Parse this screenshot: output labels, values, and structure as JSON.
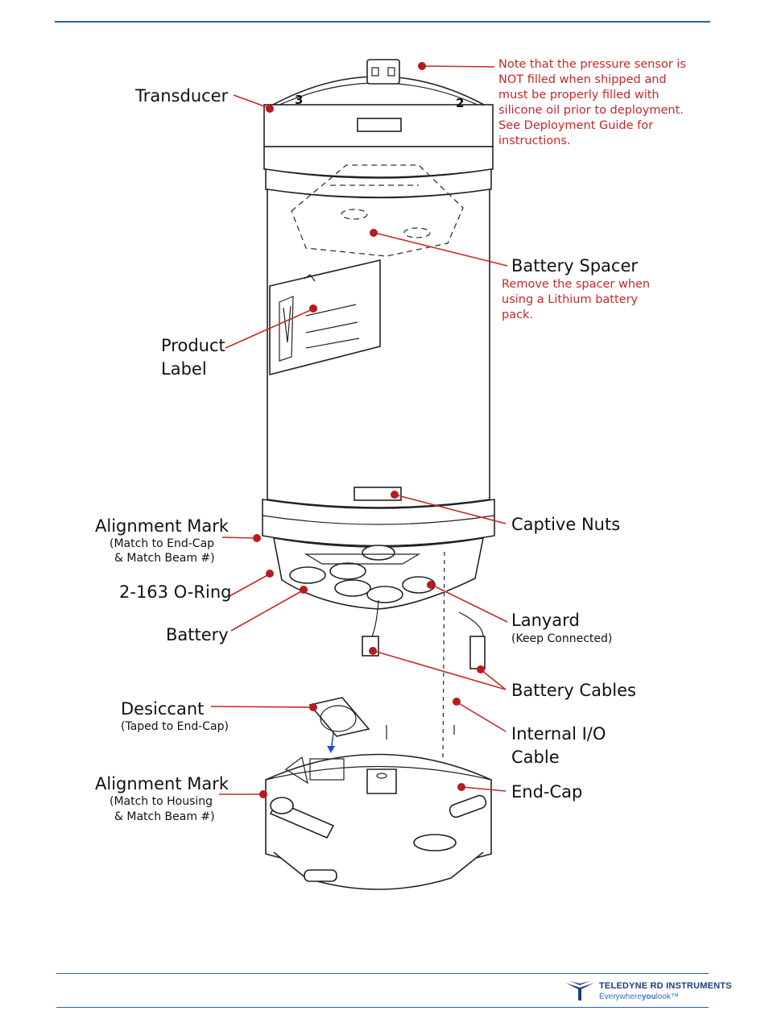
{
  "labels": {
    "transducer": "Transducer",
    "beam_3": "3",
    "beam_2": "2",
    "note": [
      "Note that the pressure sensor is",
      "NOT filled when shipped and",
      "must be properly filled with",
      "silicone oil prior to deployment.",
      "See Deployment Guide for",
      "instructions."
    ],
    "battery_spacer": "Battery Spacer",
    "battery_spacer_note": [
      "Remove the spacer when",
      "using a Lithium battery",
      "pack."
    ],
    "product_label": [
      "Product",
      "Label"
    ],
    "alignment_mark_top": "Alignment Mark",
    "alignment_mark_top_sub": [
      "(Match to End-Cap",
      "& Match Beam #)"
    ],
    "captive_nuts": "Captive Nuts",
    "o_ring": "2-163 O-Ring",
    "battery": "Battery",
    "lanyard": "Lanyard",
    "lanyard_sub": "(Keep Connected)",
    "battery_cables": "Battery Cables",
    "desiccant": "Desiccant",
    "desiccant_sub": "(Taped to End-Cap)",
    "internal_io_cable": [
      "Internal I/O",
      "Cable"
    ],
    "alignment_mark_bottom": "Alignment Mark",
    "alignment_mark_bottom_sub": [
      "(Match to Housing",
      "& Match Beam #)"
    ],
    "end_cap": "End-Cap"
  },
  "footer": {
    "brand": "TELEDYNE RD INSTRUMENTS",
    "tagline_a": "Everywhere",
    "tagline_b": "you",
    "tagline_c": "look",
    "tagline_tm": "™"
  },
  "colors": {
    "rule": "#2e5fa3",
    "callout": "#c62828",
    "brand": "#1f3f7a"
  }
}
